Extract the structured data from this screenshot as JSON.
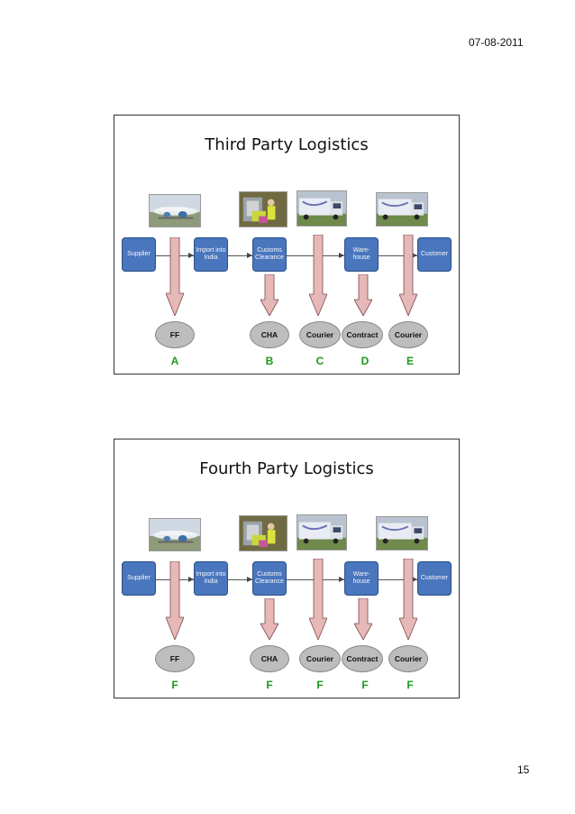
{
  "page": {
    "date": "07-08-2011",
    "page_number": "15"
  },
  "slides": [
    {
      "title": "Third Party Logistics",
      "boxes": {
        "supplier": "Supplier",
        "import": "Import into India",
        "customs": "Customs Clearance",
        "warehouse": "Ware- house",
        "customer": "Customer"
      },
      "ovals": {
        "ff": "FF",
        "cha": "CHA",
        "courier1": "Courier",
        "contract": "Contract",
        "courier2": "Courier"
      },
      "letters": [
        "A",
        "B",
        "C",
        "D",
        "E"
      ]
    },
    {
      "title": "Fourth Party Logistics",
      "boxes": {
        "supplier": "Supplier",
        "import": "Import into India",
        "customs": "Customs Clearance",
        "warehouse": "Ware- house",
        "customer": "Customer"
      },
      "ovals": {
        "ff": "FF",
        "cha": "CHA",
        "courier1": "Courier",
        "contract": "Contract",
        "courier2": "Courier"
      },
      "letters": [
        "F",
        "F",
        "F",
        "F",
        "F"
      ]
    }
  ],
  "colors": {
    "process_box": "#4a76bd",
    "arrow_fill": "#e6b8b8",
    "oval_fill": "#bdbdbd",
    "letter_green": "#1a9a1a"
  },
  "icons": [
    "airplane-photo",
    "customs-inspection-photo",
    "truck-photo",
    "truck-photo"
  ]
}
